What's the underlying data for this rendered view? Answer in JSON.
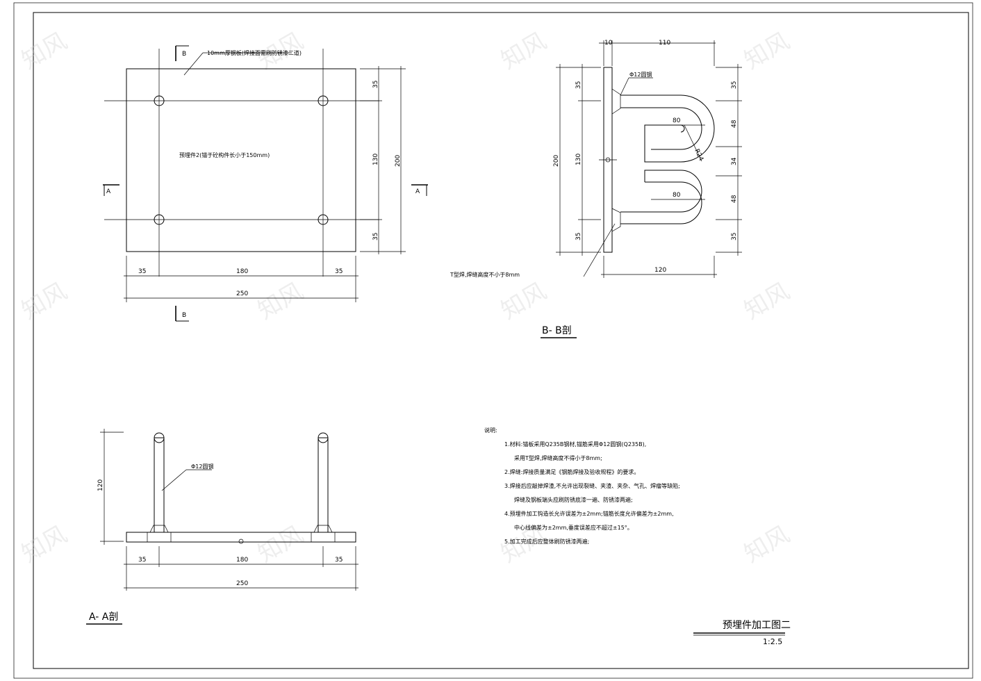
{
  "plan": {
    "section_b_label": "B",
    "section_a_label": "A",
    "plate_label": "10mm厚钢板(焊接面需刷防锈漆二道)",
    "embed_label": "预埋件2(锚于砼构件长小于150mm)",
    "dims": {
      "top": "35",
      "mid": "130",
      "bottom": "35",
      "total_h": "200",
      "left": "35",
      "center": "180",
      "right": "35",
      "total_w": "250"
    }
  },
  "section_bb": {
    "title": "B- B剖",
    "rebar_label": "Φ12圆钢",
    "weld_note": "T型焊,焊缝高度不小于8mm",
    "dims": {
      "plate_t": "10",
      "top_w": "110",
      "bottom_w": "120",
      "h1": "35",
      "h2": "48",
      "h3": "34",
      "h4": "48",
      "h5": "35",
      "left_total": "200",
      "left_mid": "130",
      "left_top": "35",
      "left_bot": "35",
      "inner1": "80",
      "inner2": "80",
      "radius": "R24"
    }
  },
  "section_aa": {
    "title": "A- A剖",
    "rebar_label": "Φ12圆钢",
    "dims": {
      "height": "120",
      "left": "35",
      "center": "180",
      "right": "35",
      "total": "250"
    }
  },
  "notes": {
    "heading": "说明:",
    "lines": [
      "1.材料:锚板采用Q235B钢材,锚筋采用Φ12圆钢(Q235B),",
      "采用T型焊,焊缝高度不得小于8mm;",
      "2.焊缝:焊接质量满足《钢筋焊接及验收规程》的要求。",
      "3.焊接后应敲掉焊渣,不允许出现裂缝、夹渣、夹杂、气孔、焊瘤等缺陷;",
      "焊缝及钢板端头应刷防锈底漆一遍、防锈漆两遍;",
      "4.预埋件加工钩造长允许误差为±2mm;锚筋长度允许偏差为±2mm,",
      "中心线偏差为±2mm,垂度误差应不超过±15°。",
      "5.加工完成后应整体刷防锈漆两遍;"
    ]
  },
  "title_block": {
    "title": "预埋件加工图二",
    "scale": "1:2.5"
  },
  "watermark": "知风"
}
